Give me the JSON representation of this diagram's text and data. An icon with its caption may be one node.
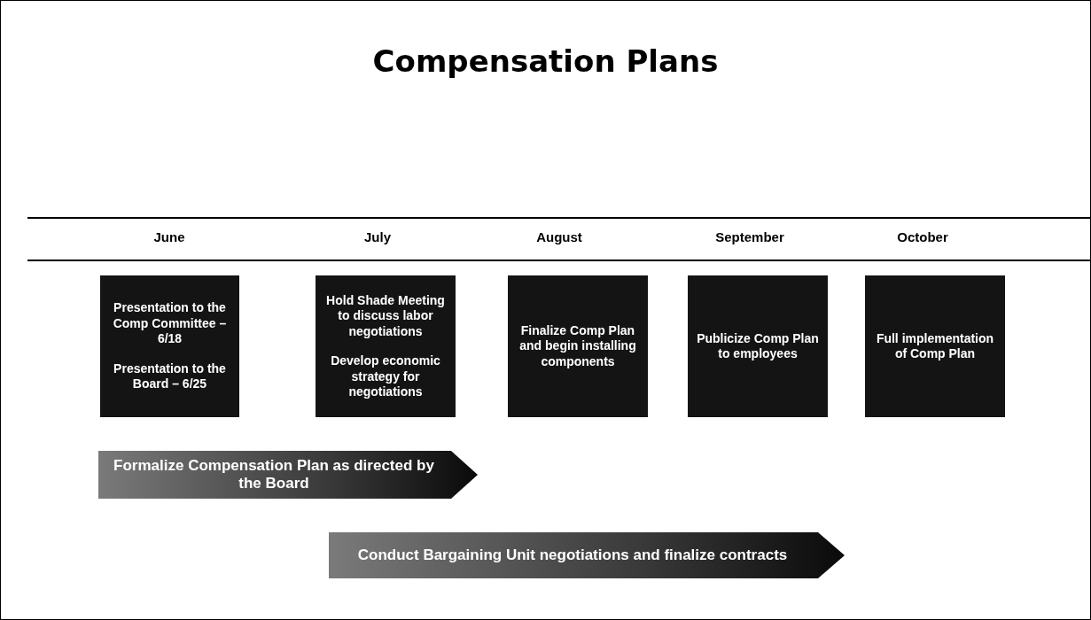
{
  "diagram": {
    "title": "Compensation Plans",
    "nodes": [
      {
        "text": [
          "Presentation to the Comp Committee – 6/18",
          "Presentation to the Board – 6/25"
        ]
      },
      {
        "text": [
          "Hold Shade Meeting to discuss labor negotiations",
          "Develop economic strategy for negotiations"
        ]
      },
      {
        "text": [
          "Finalize Comp Plan and begin installing components"
        ]
      },
      {
        "text": [
          "Publicize Comp Plan to employees"
        ]
      },
      {
        "text": [
          "Full implementation of Comp Plan"
        ]
      },
      {
        "text": [
          "Formalize Compensation Plan as directed by the Board"
        ]
      },
      {
        "text": [
          "Conduct Bargaining Unit negotiations and finalize contracts"
        ]
      }
    ],
    "labels": [
      "June",
      "July",
      "August",
      "September",
      "October"
    ]
  }
}
